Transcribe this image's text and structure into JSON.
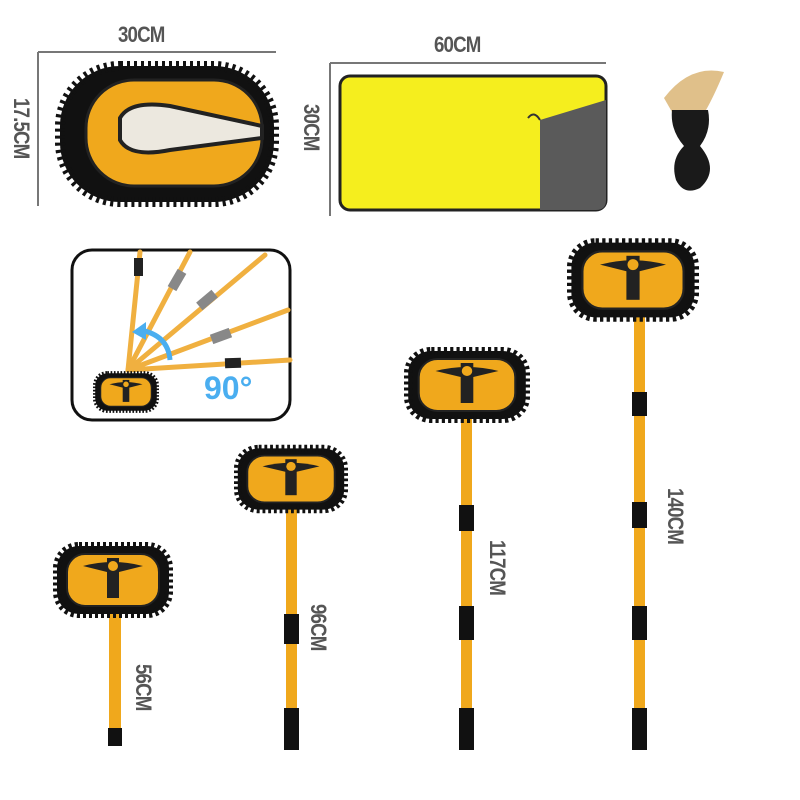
{
  "mop_pad": {
    "width_label": "30CM",
    "height_label": "17.5CM"
  },
  "towel": {
    "width_label": "60CM",
    "height_label": "30CM"
  },
  "inset": {
    "angle_label": "90°"
  },
  "mops": [
    {
      "length_label": "56CM"
    },
    {
      "length_label": "96CM"
    },
    {
      "length_label": "117CM"
    },
    {
      "length_label": "140CM"
    }
  ],
  "colors": {
    "orange": "#f0a81c",
    "black": "#111111",
    "yellow": "#f5ee1e",
    "accent_blue": "#4aaef0",
    "label_gray": "#555555"
  }
}
